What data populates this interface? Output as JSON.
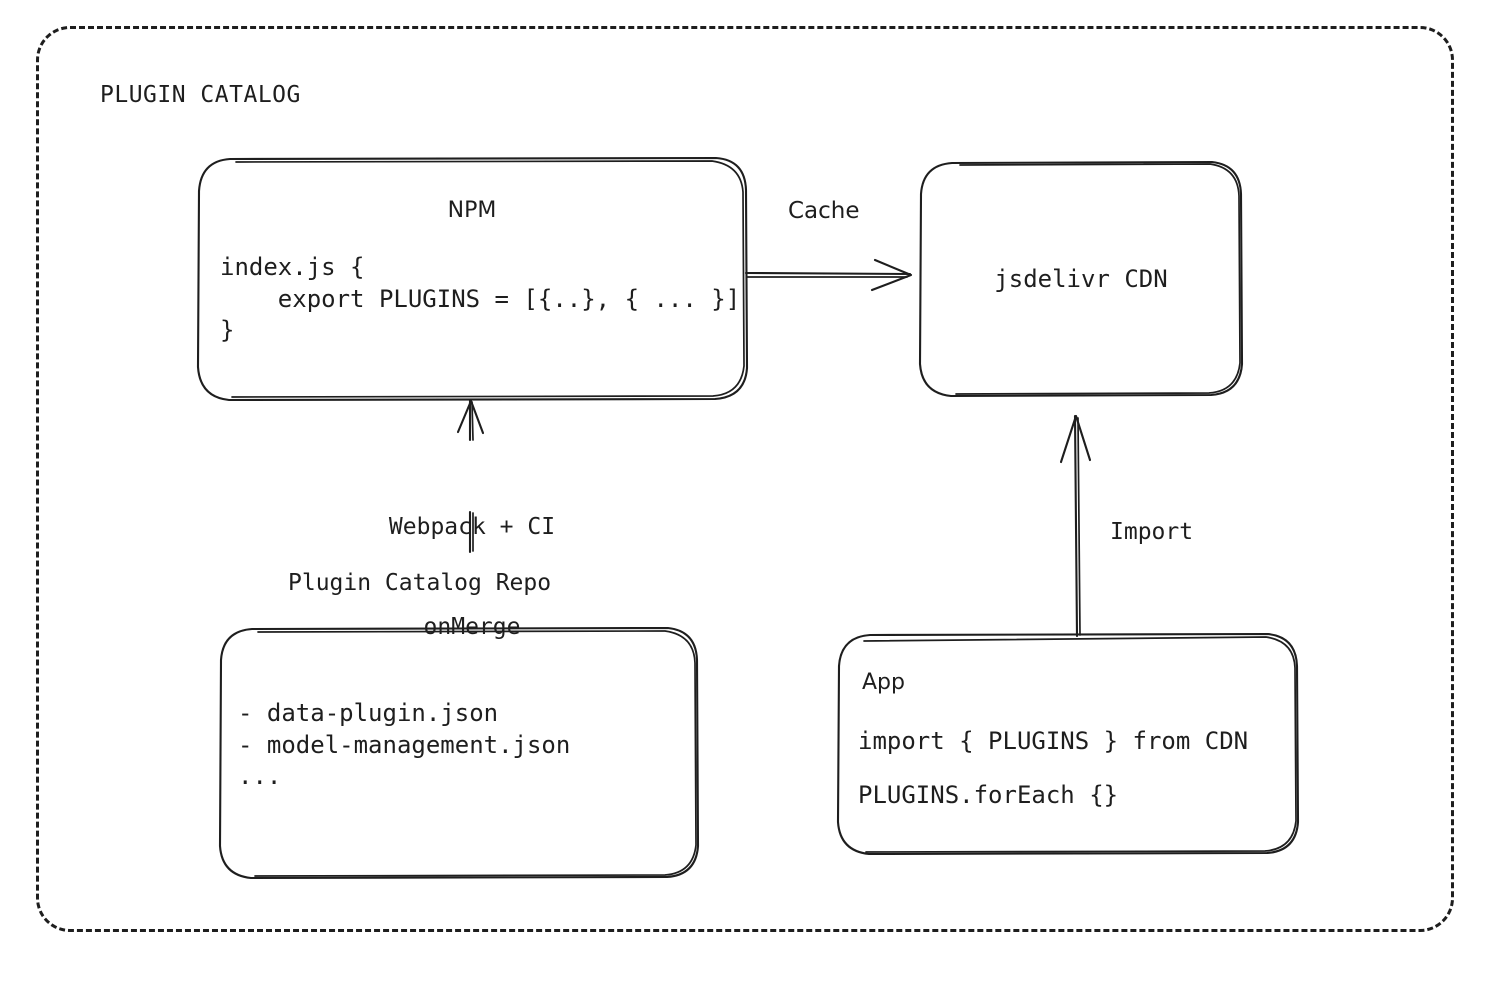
{
  "frame": {
    "title": "PLUGIN CATALOG",
    "border_style": "dashed",
    "stroke_color": "#1e1e1e",
    "background": "#ffffff"
  },
  "nodes": {
    "npm": {
      "title": "NPM",
      "code": [
        "index.js {",
        "    export PLUGINS = [{..}, { ... }]",
        "}"
      ]
    },
    "cdn": {
      "title": "jsdelivr CDN"
    },
    "repo": {
      "caption": "Plugin Catalog Repo",
      "items": [
        "- data-plugin.json",
        "- model-management.json",
        "..."
      ]
    },
    "app": {
      "title": "App",
      "code": [
        "import { PLUGINS } from CDN",
        "PLUGINS.forEach {}"
      ]
    }
  },
  "edges": {
    "cache": {
      "label": "Cache",
      "from": "npm",
      "to": "cdn",
      "direction": "right"
    },
    "webpack": {
      "label_line1": "Webpack + CI",
      "label_line2": "onMerge",
      "from": "repo",
      "to": "npm",
      "direction": "up"
    },
    "import": {
      "label": "Import",
      "from": "app",
      "to": "cdn",
      "direction": "up"
    }
  }
}
